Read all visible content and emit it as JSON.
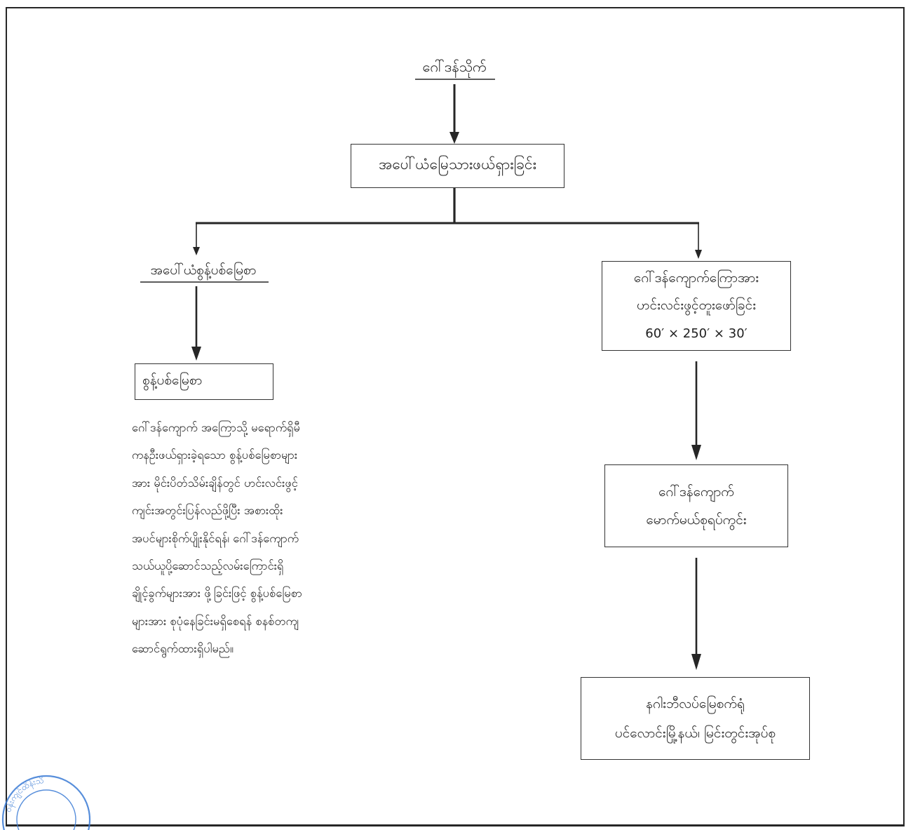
{
  "document": {
    "title": "ဂေါ်ဒန်သိုက်",
    "overburden_step": "အပေါ်ယံမြေသားဖယ်ရှားခြင်း",
    "left_branch": {
      "heading": "အပေါ်ယံစွန့်ပစ်မြေစာ",
      "box_label": "စွန့်ပစ်မြေစာ",
      "description_lines": [
        "ဂေါ်ဒန်ကျောက် အကြောသို့ မရောက်ရှိမီ",
        "ကနဦးဖယ်ရှားခဲ့ရသော စွန့်ပစ်မြေစာများ",
        "အား မိုင်းပိတ်သိမ်းချိန်တွင် ဟင်းလင်းဖွင့်",
        "ကျင်းအတွင်းပြန်လည်ဖို့ပြီး အစားထိုး",
        "အပင်များစိုက်ပျိုးနိုင်ရန်၊ ဂေါ်ဒန်ကျောက်",
        "သယ်ယူပို့ဆောင်သည့်လမ်းကြောင်းရှိ",
        "ချိုင့်ခွက်များအား ဖို့ခြင်းဖြင့် စွန့်ပစ်မြေစာ",
        "များအား စုပုံနေခြင်းမရှိစေရန် စနစ်တကျ",
        "ဆောင်ရွက်ထားရှိပါမည်။"
      ]
    },
    "right_branch": {
      "mining_box": {
        "lines": [
          "ဂေါ်ဒန်ကျောက်ကြောအား",
          "ဟင်းလင်းဖွင့်တူးဖော်ခြင်း",
          "60′ × 250′ × 30′"
        ]
      },
      "stockpile_box": {
        "lines": [
          "ဂေါ်ဒန်ကျောက်",
          "မောက်မယ်စုရပ်ကွင်း"
        ]
      },
      "destination_box": {
        "lines": [
          "နဂါးဘီလပ်မြေစက်ရုံ",
          "ပင်လောင်းမြို့နယ်၊ မြင်းတွင်းအုပ်စု"
        ]
      }
    }
  },
  "stamp": {
    "text": "ဝန်းကျင်ထိန်းသိ",
    "color": "#3a7bd5"
  },
  "colors": {
    "line": "#262626",
    "text": "#1f1f1f",
    "background": "#ffffff"
  }
}
